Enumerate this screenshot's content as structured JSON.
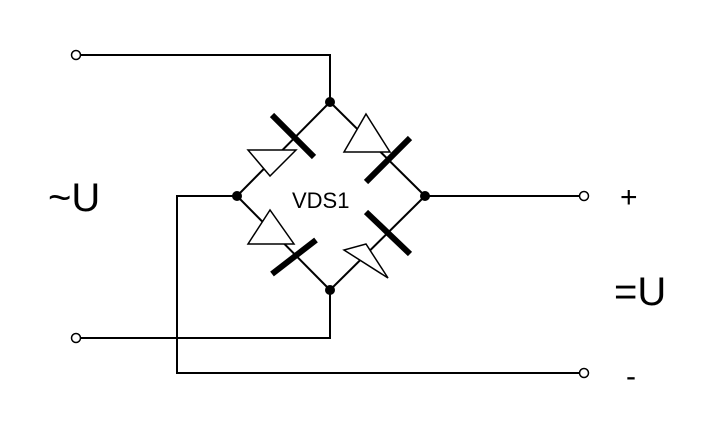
{
  "labels": {
    "ac_input": "~U",
    "plus": "+",
    "minus": "-",
    "dc_output": "=U",
    "bridge_designator": "VDS1"
  },
  "components": {
    "bridge": {
      "type": "diode-bridge-rectifier",
      "diode_count": 4
    }
  },
  "colors": {
    "stroke": "#000000",
    "background": "#ffffff"
  }
}
